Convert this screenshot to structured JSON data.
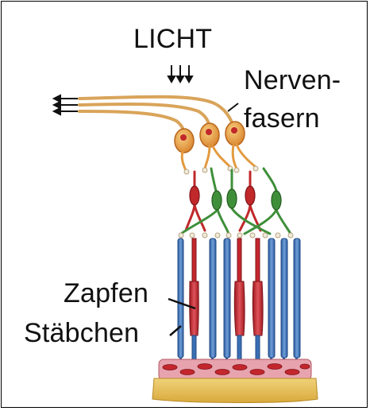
{
  "labels": {
    "light": "LICHT",
    "nerve_line1": "Nerven-",
    "nerve_line2": "fasern",
    "cones": "Zapfen",
    "rods": "Stäbchen"
  },
  "colors": {
    "nerve_fiber": "#d9a45a",
    "ganglion_cell": "#e39a3e",
    "bipolar_red": "#c0282a",
    "bipolar_green": "#3f8f3a",
    "rod_blue": "#3a6fb5",
    "cone_red": "#c4262d",
    "pigment_epithelium": "#c96b78",
    "choroid": "#e8c45c"
  },
  "icons": [
    "light-arrows-icon",
    "signal-arrows-icon"
  ]
}
